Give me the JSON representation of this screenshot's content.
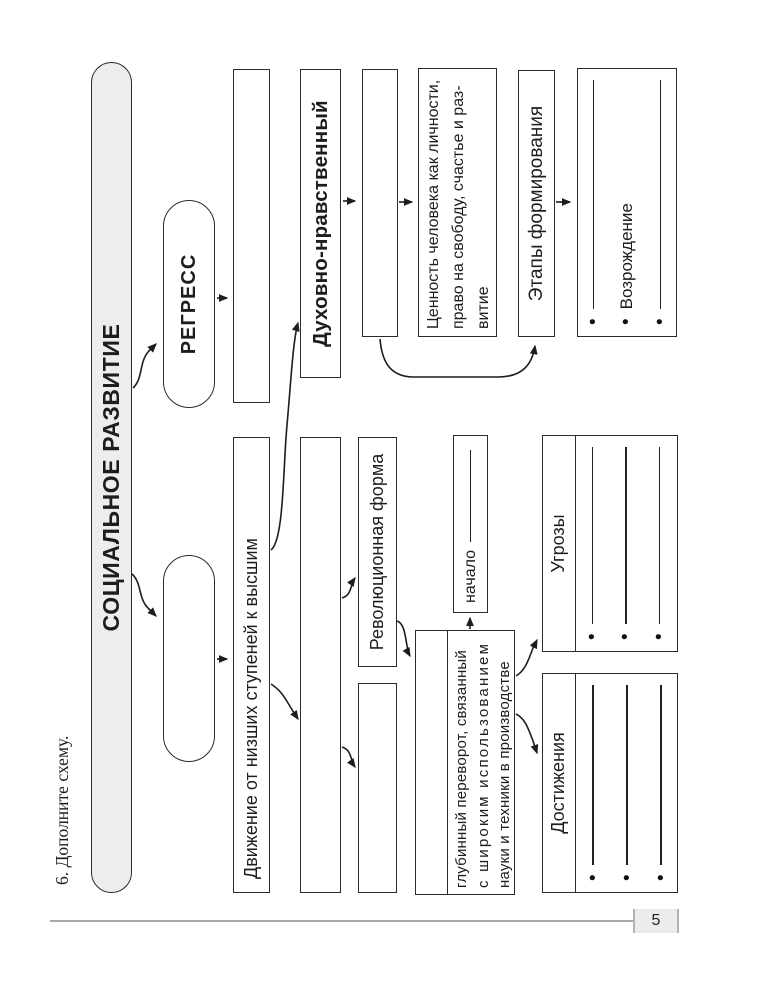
{
  "task": {
    "label": "6. Дополните схему."
  },
  "footer": {
    "page_number": "5"
  },
  "colors": {
    "pill_fill": "#ededed",
    "line": "#2b2b2b",
    "footer_rule": "#a9a9a9"
  },
  "diagram": {
    "root_label": "СОЦИАЛЬНОЕ РАЗВИТИЕ",
    "regress_label": "РЕГРЕСС",
    "progress_blank": "",
    "movement_label": "Движение от низших ступеней к высшим",
    "spiritual_label": "Духовно-нравственный",
    "value_lines": [
      "Ценность человека как личности,",
      "право на свободу, счастье и раз-",
      "витие"
    ],
    "stages_label": "Этапы формирования",
    "stages_items": [
      "",
      "Возрождение",
      ""
    ],
    "revolution_label": "Революционная форма",
    "start_label": "начало",
    "upheaval_lines": [
      "глубинный переворот, связанный",
      "с широким использованием",
      "науки и техники в производстве"
    ],
    "threats_label": "Угрозы",
    "achievements_label": "Достижения"
  }
}
